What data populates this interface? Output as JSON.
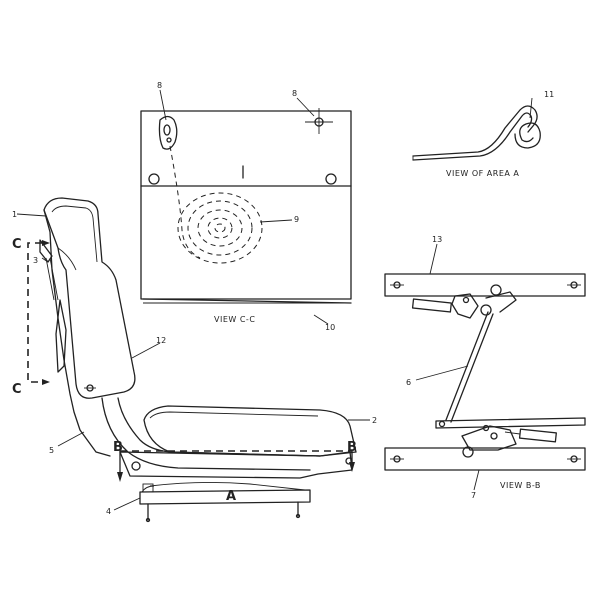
{
  "views": {
    "view_cc": "VIEW C-C",
    "view_area_a": "VIEW OF AREA A",
    "view_bb": "VIEW B-B"
  },
  "section_marks": {
    "c_top": "C",
    "c_bottom": "C",
    "b_left": "B",
    "b_right": "B",
    "a": "A"
  },
  "callouts": {
    "n1": "1",
    "n2": "2",
    "n3": "3",
    "n4": "4",
    "n5": "5",
    "n6": "6",
    "n7": "7",
    "n8a": "8",
    "n8b": "8",
    "n9": "9",
    "n10": "10",
    "n11": "11",
    "n12": "12",
    "n13": "13"
  }
}
